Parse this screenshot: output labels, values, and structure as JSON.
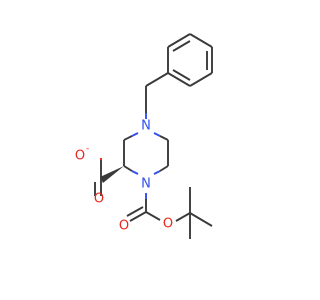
{
  "molecule": {
    "atoms": {
      "n_top": "N",
      "n_bottom": "N",
      "o_carboxylate_single": "O",
      "o_carboxylate_double": "O",
      "o_carbamate_double": "O",
      "o_carbamate_ester": "O"
    },
    "charges": {
      "carboxylate": "-"
    },
    "colors": {
      "bond": "#3a3a3a",
      "nitrogen": "#3050f0",
      "oxygen": "#e8281e",
      "background": "#ffffff"
    }
  }
}
